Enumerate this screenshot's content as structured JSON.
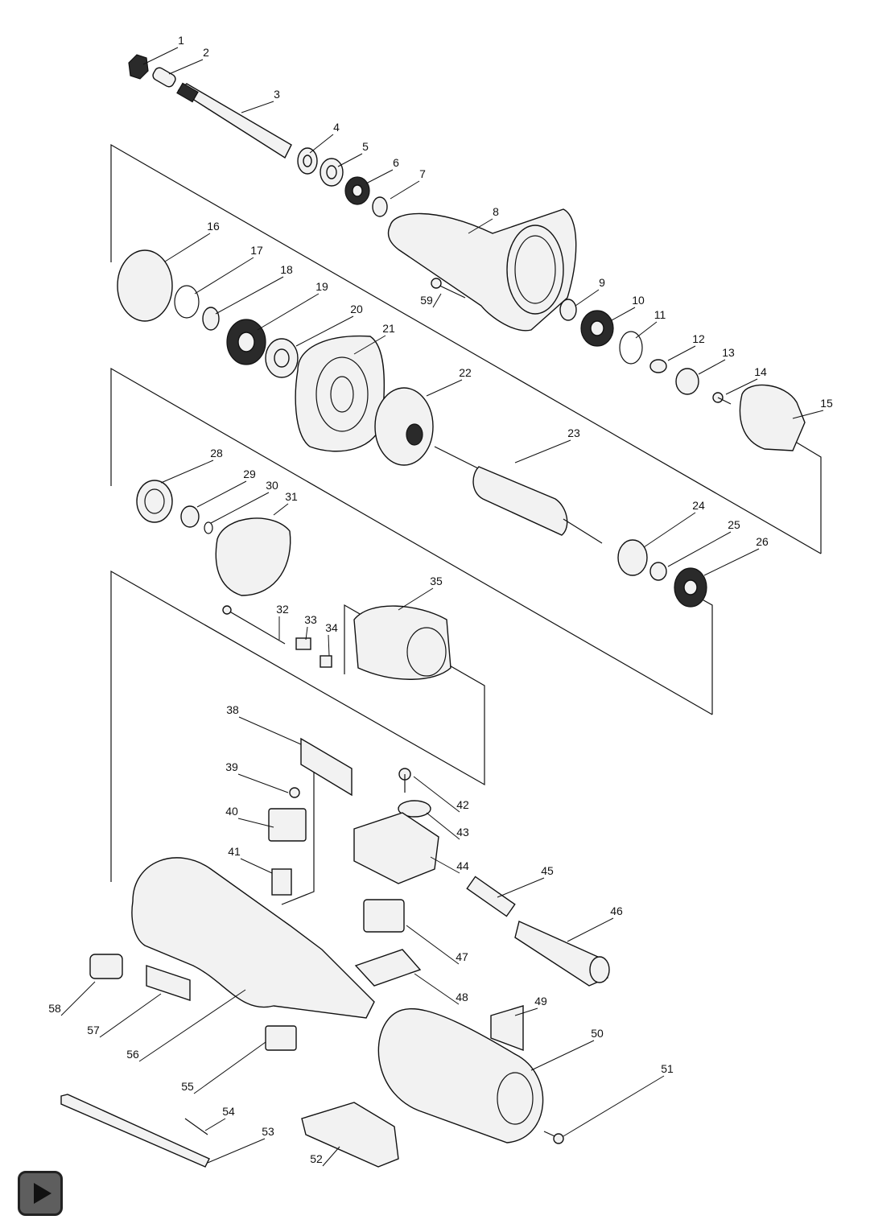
{
  "diagram": {
    "part_numbers": [
      "1",
      "2",
      "3",
      "4",
      "5",
      "6",
      "7",
      "8",
      "9",
      "10",
      "11",
      "12",
      "13",
      "14",
      "15",
      "16",
      "17",
      "18",
      "19",
      "20",
      "21",
      "22",
      "23",
      "24",
      "25",
      "26",
      "28",
      "29",
      "30",
      "31",
      "32",
      "33",
      "34",
      "35",
      "38",
      "39",
      "40",
      "41",
      "42",
      "43",
      "44",
      "45",
      "46",
      "47",
      "48",
      "49",
      "50",
      "51",
      "52",
      "53",
      "54",
      "55",
      "56",
      "57",
      "58",
      "59"
    ]
  },
  "controls": {
    "play_button_icon": "play-icon"
  }
}
